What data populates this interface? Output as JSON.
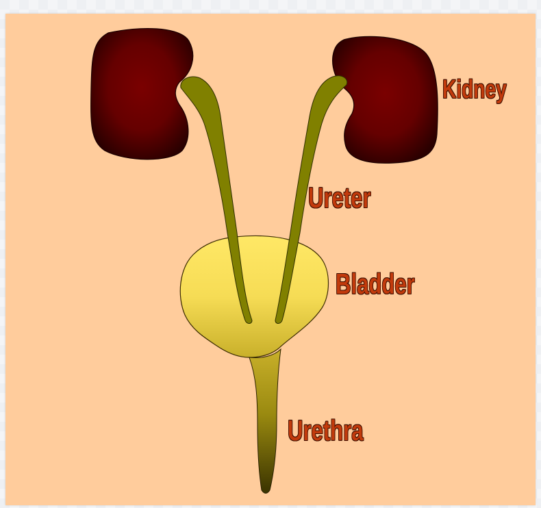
{
  "labels": {
    "kidney": "Kidney",
    "ureter": "Ureter",
    "bladder": "Bladder",
    "urethra": "Urethra"
  },
  "colors": {
    "background": "#ffcc9c",
    "kidney_center": "#7a0000",
    "kidney_edge": "#2a0000",
    "ureter": "#808000",
    "bladder_top": "#ffe866",
    "bladder_bottom": "#c9b02a",
    "urethra_bottom": "#3a3300",
    "label_text": "#c23a0c"
  }
}
